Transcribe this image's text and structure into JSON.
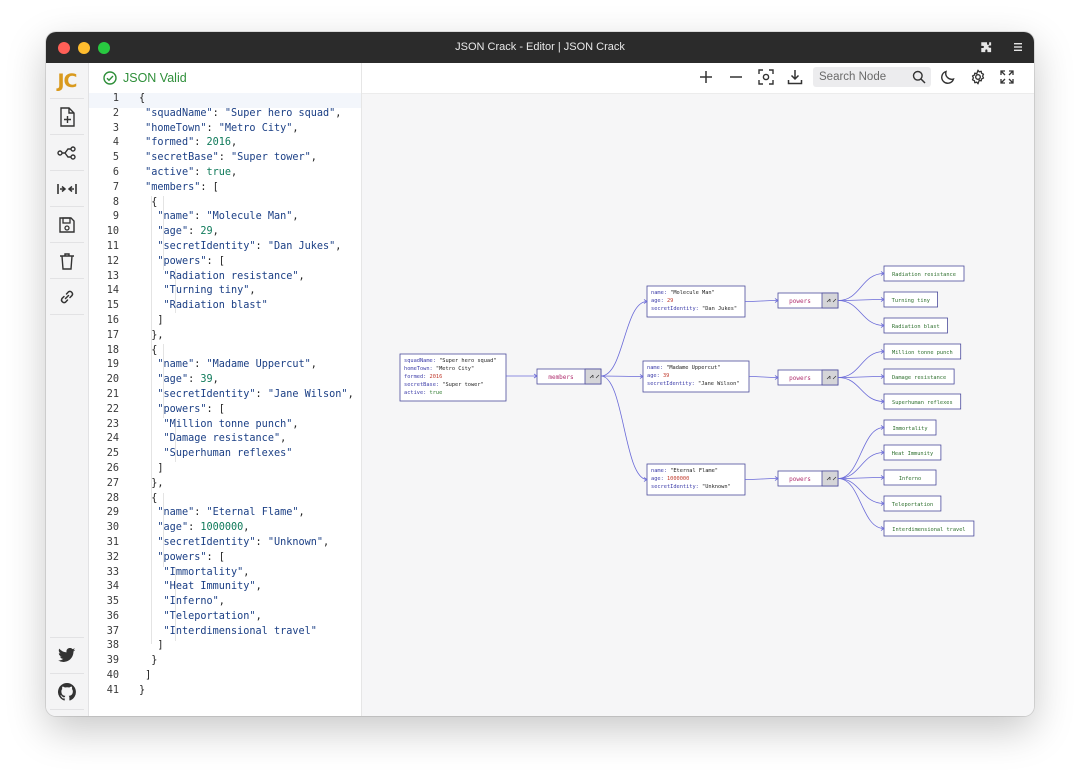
{
  "window": {
    "title": "JSON Crack - Editor | JSON Crack"
  },
  "sidebar": {
    "logo": "JC",
    "items": [
      {
        "name": "new-file-icon"
      },
      {
        "name": "share-icon"
      },
      {
        "name": "collapse-icon"
      },
      {
        "name": "save-icon"
      },
      {
        "name": "delete-icon"
      },
      {
        "name": "link-icon"
      }
    ],
    "bottom": [
      {
        "name": "twitter-icon"
      },
      {
        "name": "github-icon"
      },
      {
        "name": "heart-icon"
      }
    ]
  },
  "editor": {
    "status": "JSON Valid",
    "status_color": "#2f8f3a",
    "line_count": 41
  },
  "toolbar": {
    "search_placeholder": "Search Node",
    "tools": [
      "zoom-in-icon",
      "zoom-out-icon",
      "center-view-icon",
      "download-icon",
      "search-icon",
      "dark-mode-icon",
      "settings-icon",
      "fullscreen-icon"
    ]
  },
  "graph": {
    "root": [
      [
        "squadName: ",
        "\"Super hero squad\""
      ],
      [
        "homeTown: ",
        "\"Metro City\""
      ],
      [
        "formed: ",
        "2016"
      ],
      [
        "secretBase: ",
        "\"Super tower\""
      ],
      [
        "active: ",
        "true"
      ]
    ],
    "members_label": "members",
    "powers_label": "powers",
    "members": [
      {
        "fields": [
          [
            "name: ",
            "\"Molecule Man\""
          ],
          [
            "age: ",
            "29"
          ],
          [
            "secretIdentity: ",
            "\"Dan Jukes\""
          ]
        ],
        "powers": [
          "Radiation resistance",
          "Turning tiny",
          "Radiation blast"
        ]
      },
      {
        "fields": [
          [
            "name: ",
            "\"Madame Uppercut\""
          ],
          [
            "age: ",
            "39"
          ],
          [
            "secretIdentity: ",
            "\"Jane Wilson\""
          ]
        ],
        "powers": [
          "Million tonne punch",
          "Damage resistance",
          "Superhuman reflexes"
        ]
      },
      {
        "fields": [
          [
            "name: ",
            "\"Eternal Flame\""
          ],
          [
            "age: ",
            "1000000"
          ],
          [
            "secretIdentity: ",
            "\"Unknown\""
          ]
        ],
        "powers": [
          "Immortality",
          "Heat Immunity",
          "Inferno",
          "Teleportation",
          "Interdimensional travel"
        ]
      }
    ]
  }
}
